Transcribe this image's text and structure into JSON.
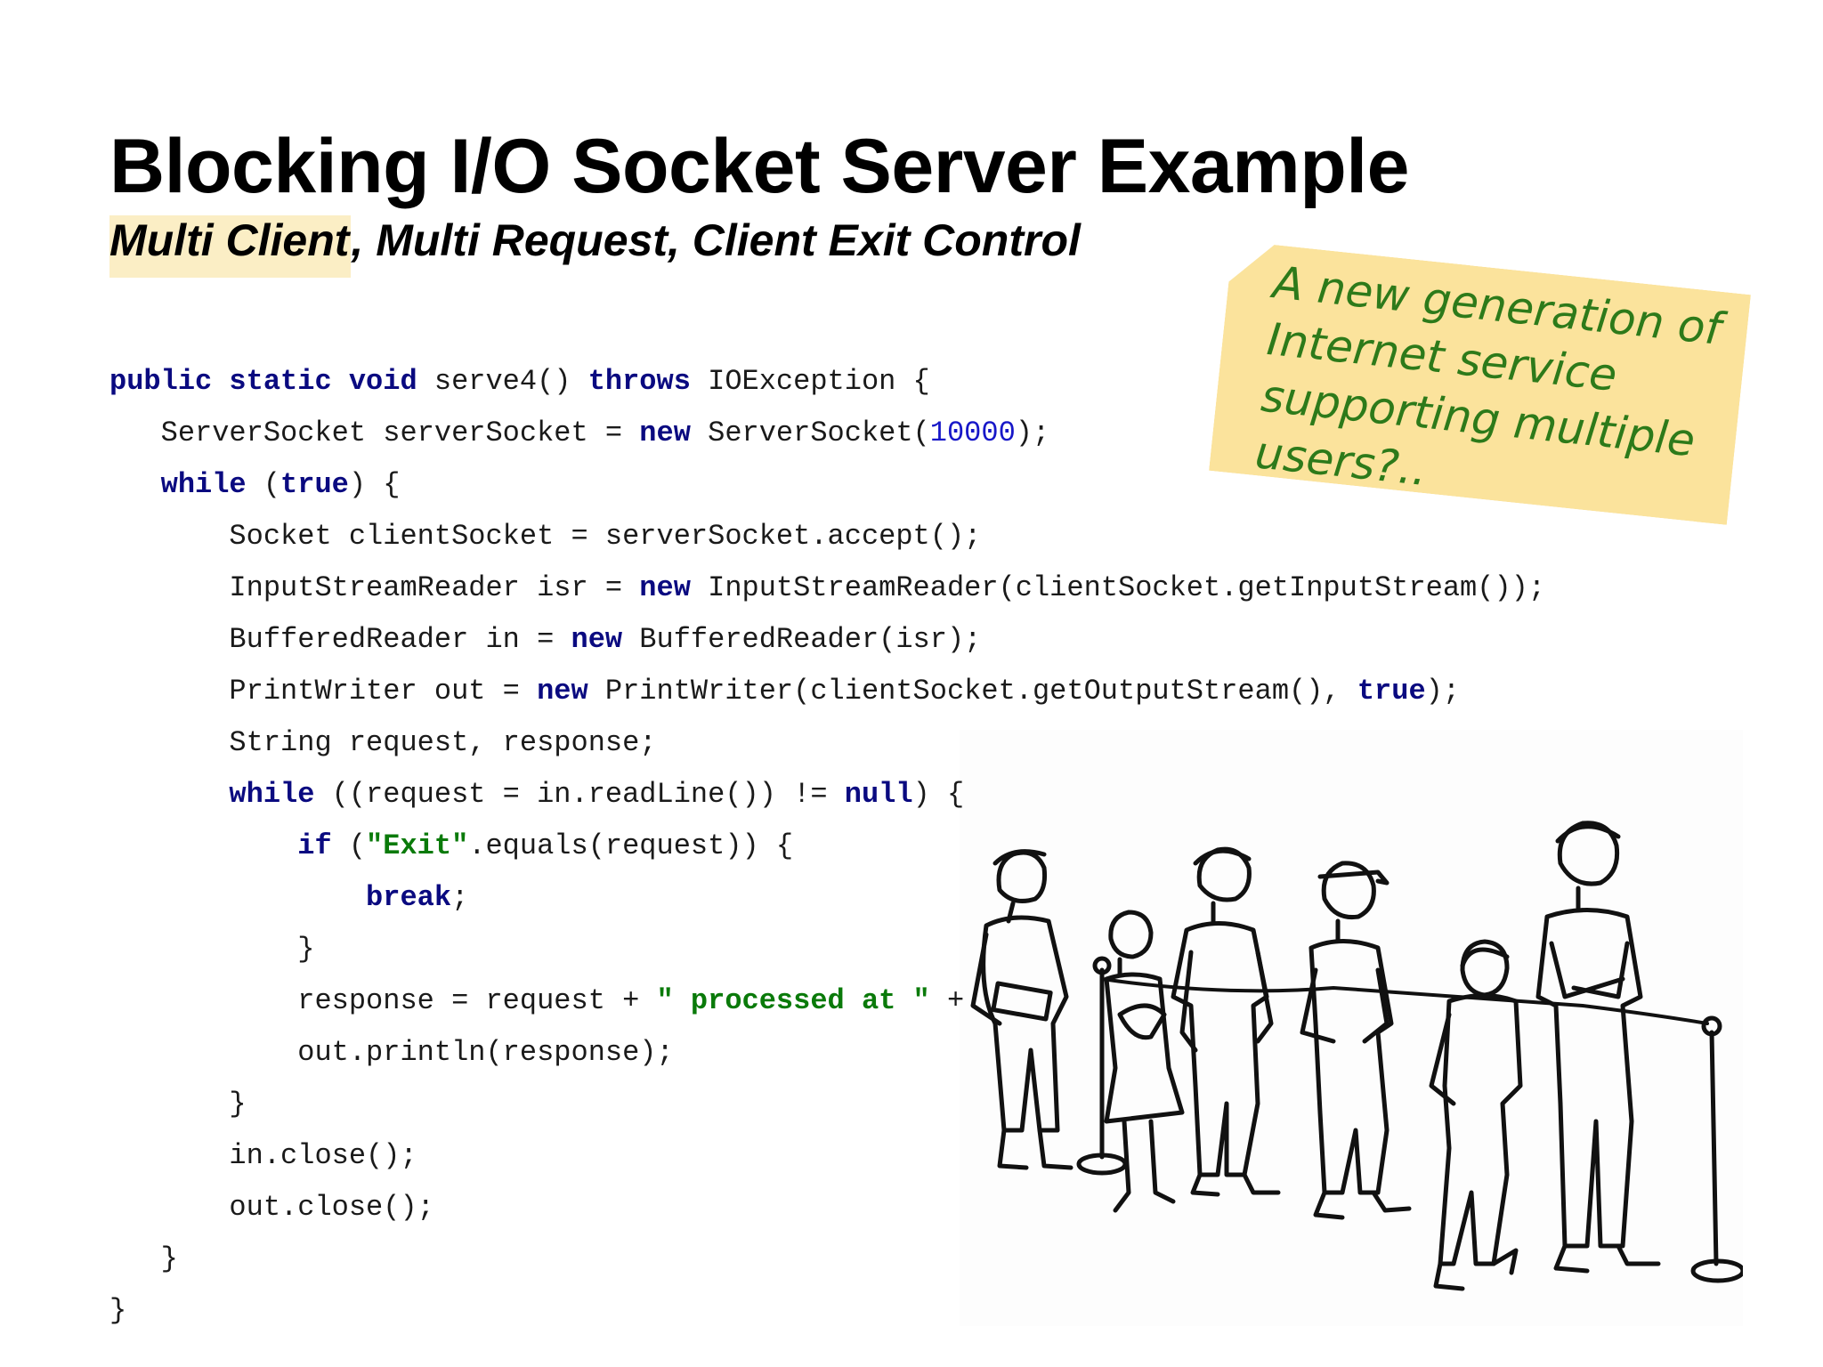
{
  "slide": {
    "title": "Blocking I/O Socket Server Example",
    "subtitle": {
      "highlighted": "Multi Client",
      "rest": ", Multi Request, Client Exit Control"
    }
  },
  "note": {
    "lines": [
      "A new generation of",
      "Internet service",
      "supporting multiple",
      "users?.."
    ]
  },
  "code": {
    "l1": {
      "a": "public static void",
      "b": " serve4() ",
      "c": "throws",
      "d": " IOException {"
    },
    "l2": {
      "a": "   ServerSocket serverSocket = ",
      "b": "new",
      "c": " ServerSocket(",
      "d": "10000",
      "e": ");"
    },
    "l3": {
      "a": "   ",
      "b": "while",
      "c": " (",
      "d": "true",
      "e": ") {"
    },
    "l4": "       Socket clientSocket = serverSocket.accept();",
    "l5": {
      "a": "       InputStreamReader isr = ",
      "b": "new",
      "c": " InputStreamReader(clientSocket.getInputStream());"
    },
    "l6": {
      "a": "       BufferedReader in = ",
      "b": "new",
      "c": " BufferedReader(isr);"
    },
    "l7": {
      "a": "       PrintWriter out = ",
      "b": "new",
      "c": " PrintWriter(clientSocket.getOutputStream(), ",
      "d": "true",
      "e": ");"
    },
    "l8": "       String request, response;",
    "l9": {
      "a": "       ",
      "b": "while",
      "c": " ((request = in.readLine()) != ",
      "d": "null",
      "e": ") {"
    },
    "l10": {
      "a": "           ",
      "b": "if",
      "c": " (",
      "d": "\"Exit\"",
      "e": ".equals(request)) {"
    },
    "l11": {
      "a": "               ",
      "b": "break",
      "c": ";"
    },
    "l12": "           }",
    "l13": {
      "a": "           response = request + ",
      "b": "\" processed at \"",
      "c": " +"
    },
    "l14": "           out.println(response);",
    "l15": "       }",
    "l16": "       in.close();",
    "l17": "       out.close();",
    "l18": "   }",
    "l19": "}"
  },
  "illustration": {
    "subject": "people-queue-sketch"
  }
}
